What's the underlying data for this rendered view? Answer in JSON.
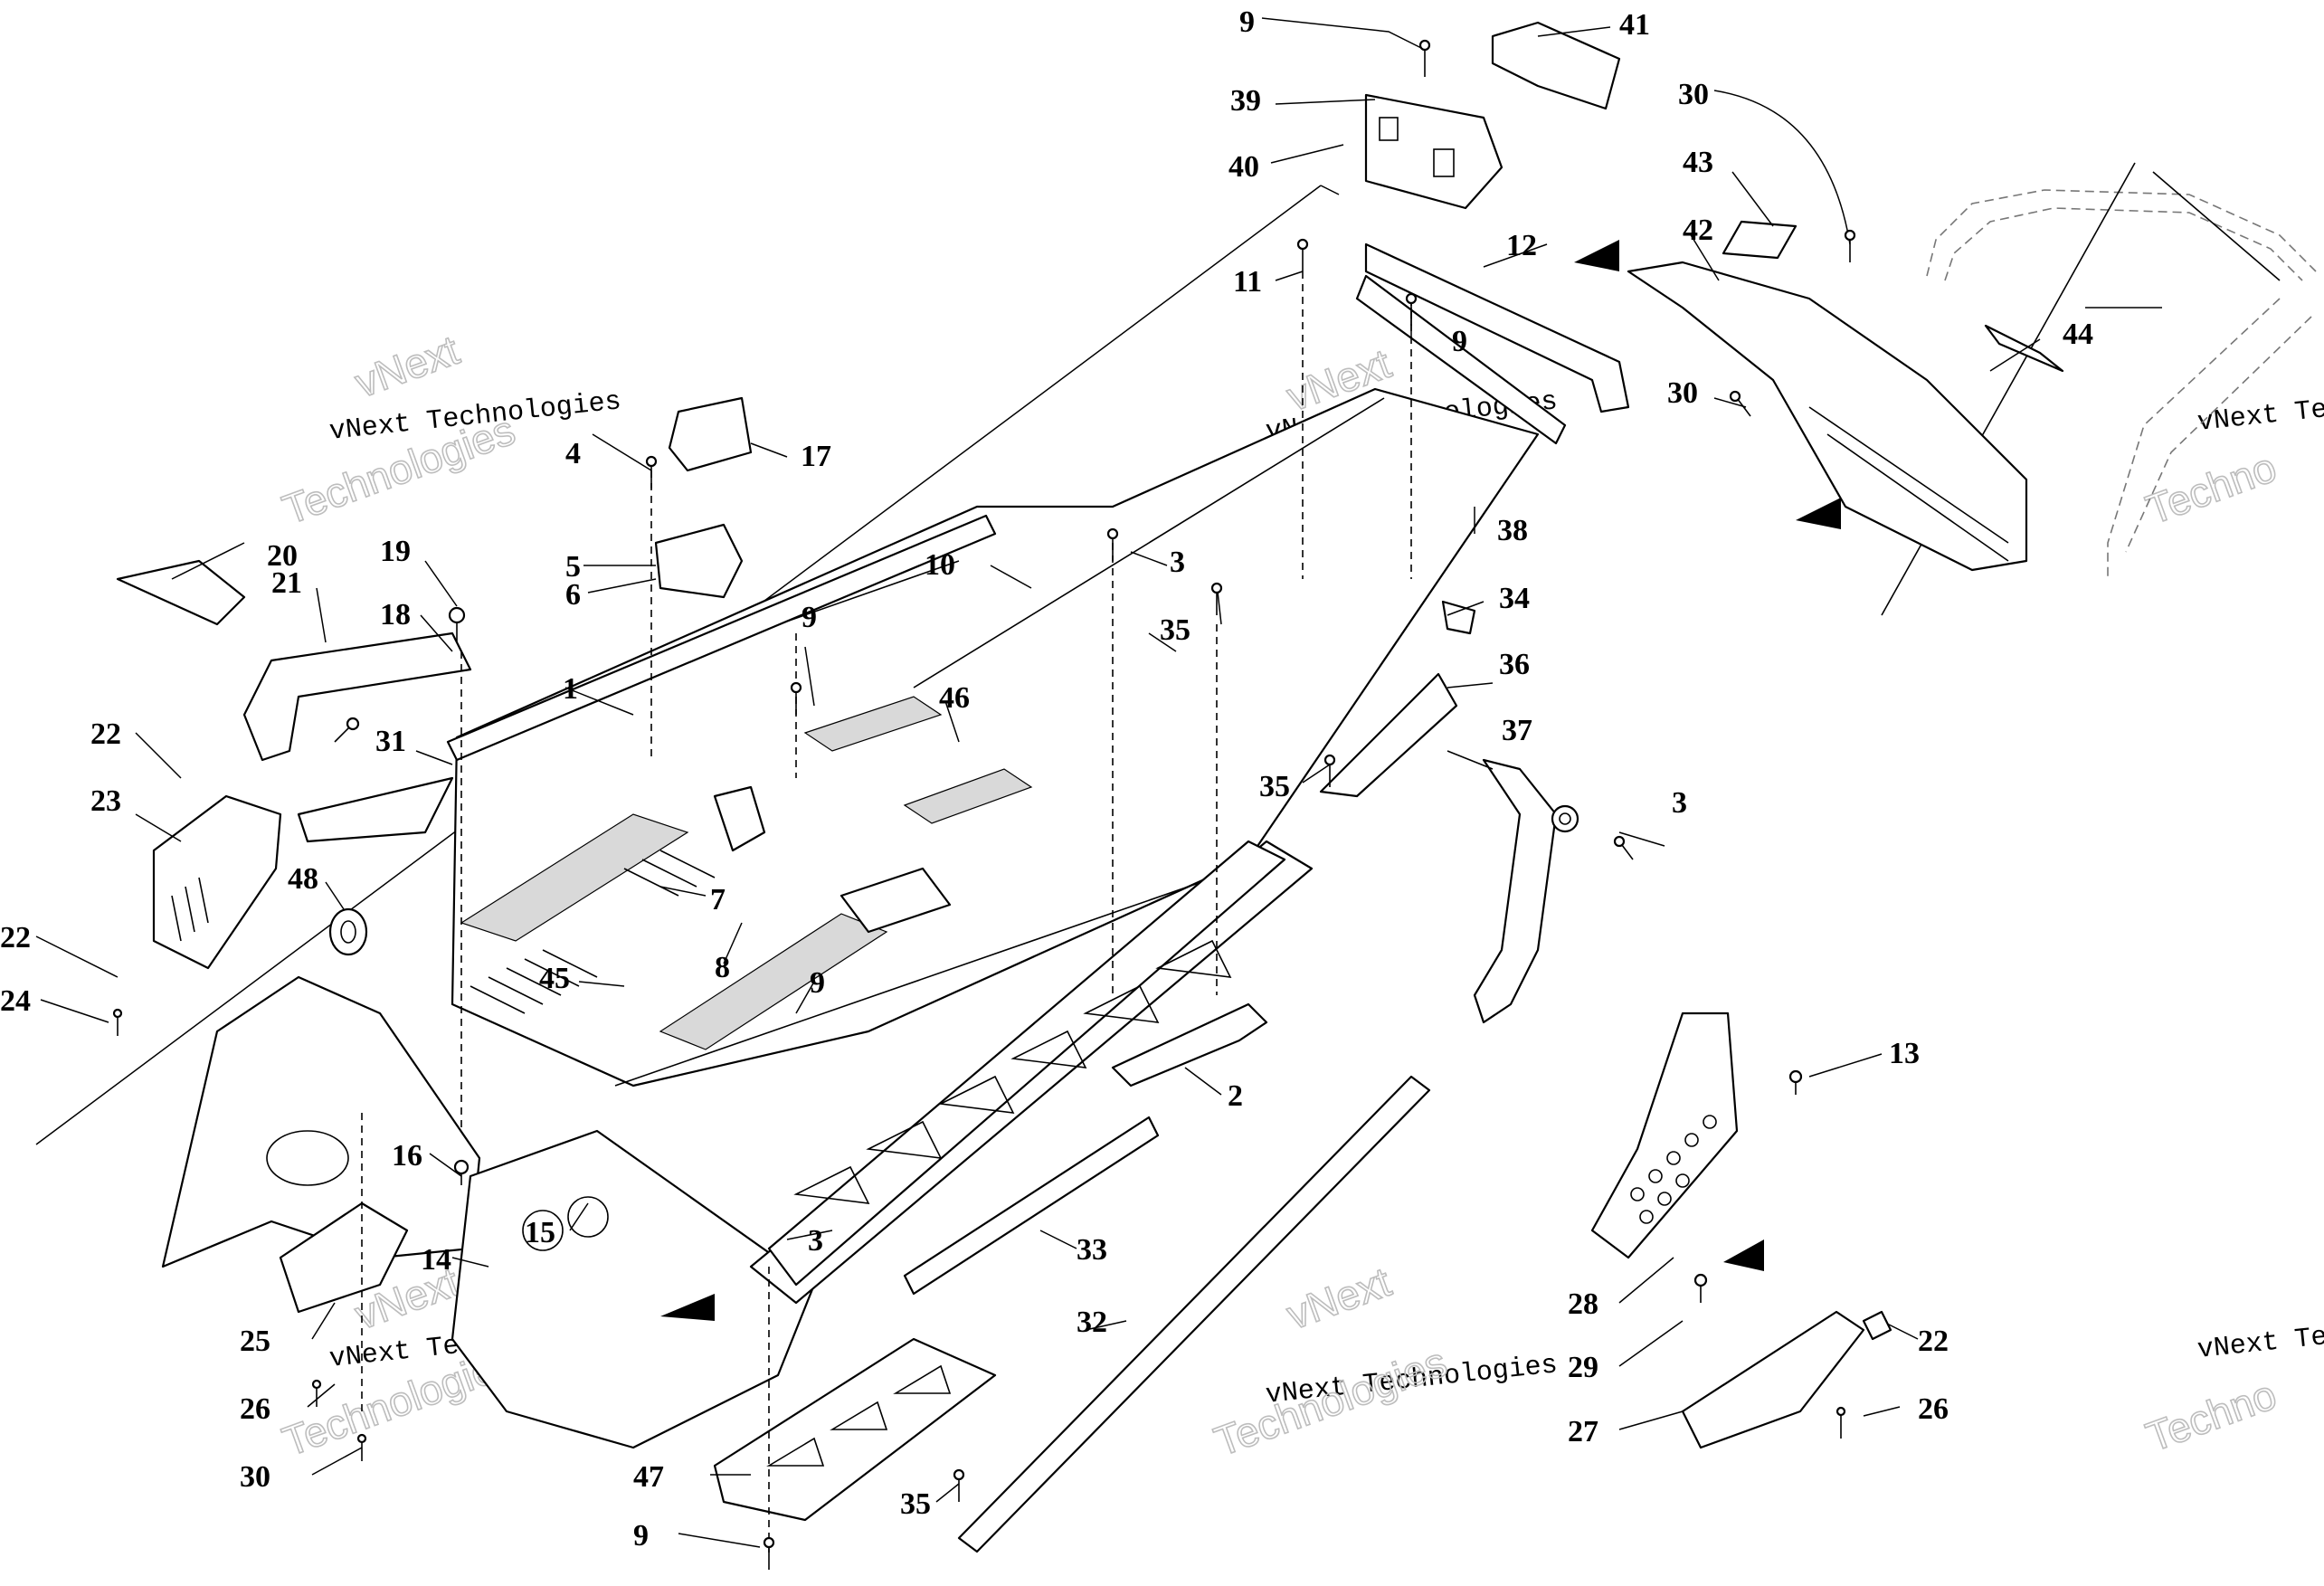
{
  "callouts": [
    {
      "id": "c41",
      "text": "41"
    },
    {
      "id": "c9a",
      "text": "9"
    },
    {
      "id": "c39",
      "text": "39"
    },
    {
      "id": "c40",
      "text": "40"
    },
    {
      "id": "c30a",
      "text": "30"
    },
    {
      "id": "c43",
      "text": "43"
    },
    {
      "id": "c42",
      "text": "42"
    },
    {
      "id": "c12",
      "text": "12"
    },
    {
      "id": "c11",
      "text": "11"
    },
    {
      "id": "c9b",
      "text": "9"
    },
    {
      "id": "c44",
      "text": "44"
    },
    {
      "id": "c30b",
      "text": "30"
    },
    {
      "id": "c17",
      "text": "17"
    },
    {
      "id": "c4",
      "text": "4"
    },
    {
      "id": "c5",
      "text": "5"
    },
    {
      "id": "c6",
      "text": "6"
    },
    {
      "id": "c10",
      "text": "10"
    },
    {
      "id": "c38",
      "text": "38"
    },
    {
      "id": "c20",
      "text": "20"
    },
    {
      "id": "c19",
      "text": "19"
    },
    {
      "id": "c21",
      "text": "21"
    },
    {
      "id": "c18",
      "text": "18"
    },
    {
      "id": "c3a",
      "text": "3"
    },
    {
      "id": "c34",
      "text": "34"
    },
    {
      "id": "c9c",
      "text": "9"
    },
    {
      "id": "c35a",
      "text": "35"
    },
    {
      "id": "c36",
      "text": "36"
    },
    {
      "id": "c1",
      "text": "1"
    },
    {
      "id": "c46",
      "text": "46"
    },
    {
      "id": "c37",
      "text": "37"
    },
    {
      "id": "c22a",
      "text": "22"
    },
    {
      "id": "c31",
      "text": "31"
    },
    {
      "id": "c23",
      "text": "23"
    },
    {
      "id": "c35b",
      "text": "35"
    },
    {
      "id": "c3b",
      "text": "3"
    },
    {
      "id": "c48",
      "text": "48"
    },
    {
      "id": "c7",
      "text": "7"
    },
    {
      "id": "c22b",
      "text": "22"
    },
    {
      "id": "c24",
      "text": "24"
    },
    {
      "id": "c8",
      "text": "8"
    },
    {
      "id": "c45",
      "text": "45"
    },
    {
      "id": "c9d",
      "text": "9"
    },
    {
      "id": "c13",
      "text": "13"
    },
    {
      "id": "c2",
      "text": "2"
    },
    {
      "id": "c16",
      "text": "16"
    },
    {
      "id": "c15",
      "text": "15"
    },
    {
      "id": "c14",
      "text": "14"
    },
    {
      "id": "c33",
      "text": "33"
    },
    {
      "id": "c3c",
      "text": "3"
    },
    {
      "id": "c25",
      "text": "25"
    },
    {
      "id": "c32",
      "text": "32"
    },
    {
      "id": "c28",
      "text": "28"
    },
    {
      "id": "c22c",
      "text": "22"
    },
    {
      "id": "c29",
      "text": "29"
    },
    {
      "id": "c26a",
      "text": "26"
    },
    {
      "id": "c26b",
      "text": "26"
    },
    {
      "id": "c27",
      "text": "27"
    },
    {
      "id": "c30c",
      "text": "30"
    },
    {
      "id": "c47",
      "text": "47"
    },
    {
      "id": "c35c",
      "text": "35"
    },
    {
      "id": "c9e",
      "text": "9"
    }
  ],
  "watermark": {
    "brand": "vNext",
    "company_line": "vNext Technologies",
    "technologies": "Technologies",
    "clipped_company": "vNext Tec",
    "clipped_tech": "Techno"
  }
}
